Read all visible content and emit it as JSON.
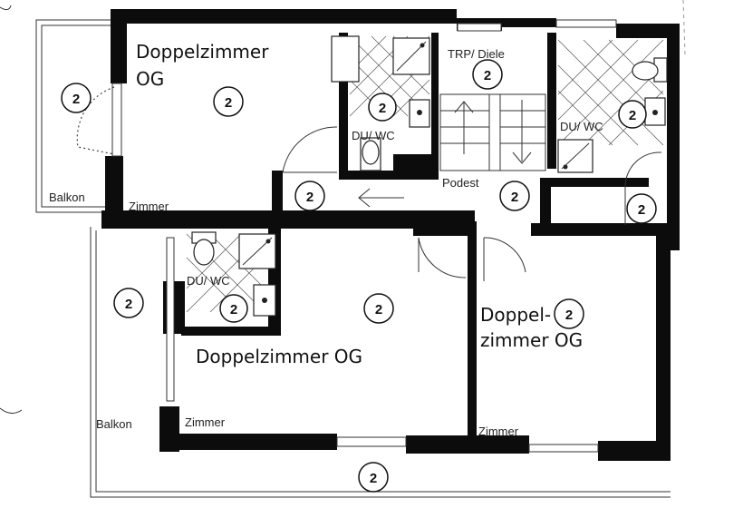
{
  "rooms": {
    "doppelzimmer_top_line1": "Doppelzimmer",
    "doppelzimmer_top_line2": "OG",
    "doppelzimmer_bottom": "Doppelzimmer OG",
    "doppel_right_line1": "Doppel-",
    "doppel_right_line2": "zimmer OG"
  },
  "labels": {
    "trp_diele": "TRP/ Diele",
    "du_wc": "DU/ WC",
    "podest": "Podest",
    "balkon": "Balkon",
    "zimmer": "Zimmer"
  },
  "marker_number": "2"
}
